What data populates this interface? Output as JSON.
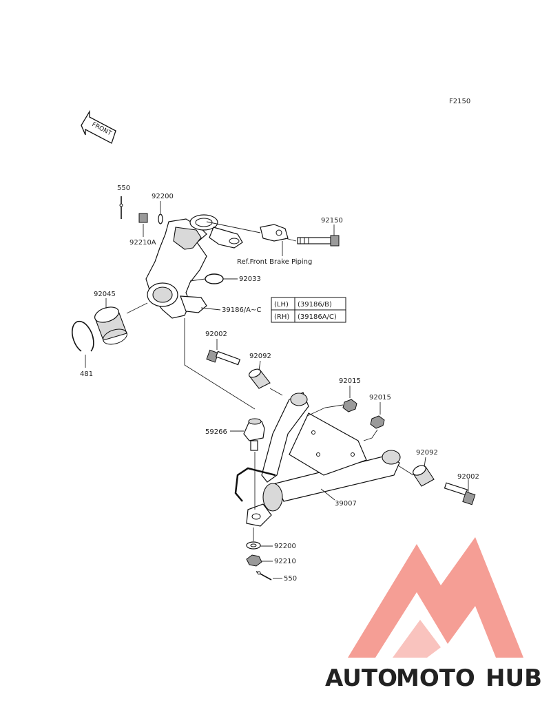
{
  "diagram": {
    "figure_code": "F2150",
    "front_label": "FRONT",
    "ref_note": "Ref.Front Brake Piping",
    "table": [
      {
        "side": "(LH)",
        "part": "(39186/B)"
      },
      {
        "side": "(RH)",
        "part": "(39186A/C)"
      }
    ],
    "labels": {
      "p550_top": "550",
      "p92200_top": "92200",
      "p92210a": "92210A",
      "p92150": "92150",
      "p92033": "92033",
      "p92045": "92045",
      "p39186": "39186/A~C",
      "p481": "481",
      "p92002_left": "92002",
      "p92092_left": "92092",
      "p92015_a": "92015",
      "p92015_b": "92015",
      "p59266": "59266",
      "p92092_right": "92092",
      "p92002_right": "92002",
      "p39007": "39007",
      "p92200_bottom": "92200",
      "p92210": "92210",
      "p550_bottom": "550"
    }
  },
  "watermark": {
    "brand_part1": "AUTO",
    "brand_part2": "MOTO",
    "brand_part3": "HUB",
    "color_part1": "#f5a86a",
    "color_part2": "#f08a80",
    "color_part3": "#8a8a8a"
  }
}
